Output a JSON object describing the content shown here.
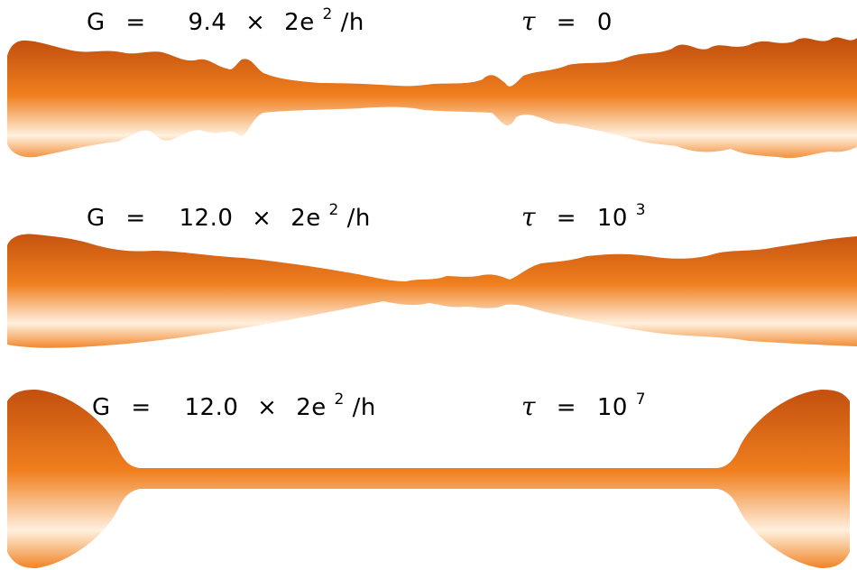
{
  "colors": {
    "wire_dark": "#c2500f",
    "wire_mid": "#f07f1e",
    "wire_light": "#fff0de",
    "background": "#ffffff",
    "text": "#000000"
  },
  "panels": [
    {
      "conductance": {
        "prefix": "G",
        "equals": "=",
        "value": "9.4",
        "times": "×",
        "unit_base": "2e",
        "unit_exp": "2",
        "unit_tail": "/h"
      },
      "time": {
        "symbol": "τ",
        "equals": "=",
        "base": "0",
        "exp": ""
      }
    },
    {
      "conductance": {
        "prefix": "G",
        "equals": "=",
        "value": "12.0",
        "times": "×",
        "unit_base": "2e",
        "unit_exp": "2",
        "unit_tail": "/h"
      },
      "time": {
        "symbol": "τ",
        "equals": "=",
        "base": "10",
        "exp": "3"
      }
    },
    {
      "conductance": {
        "prefix": "G",
        "equals": "=",
        "value": "12.0",
        "times": "×",
        "unit_base": "2e",
        "unit_exp": "2",
        "unit_tail": "/h"
      },
      "time": {
        "symbol": "τ",
        "equals": "=",
        "base": "10",
        "exp": "7"
      }
    }
  ]
}
